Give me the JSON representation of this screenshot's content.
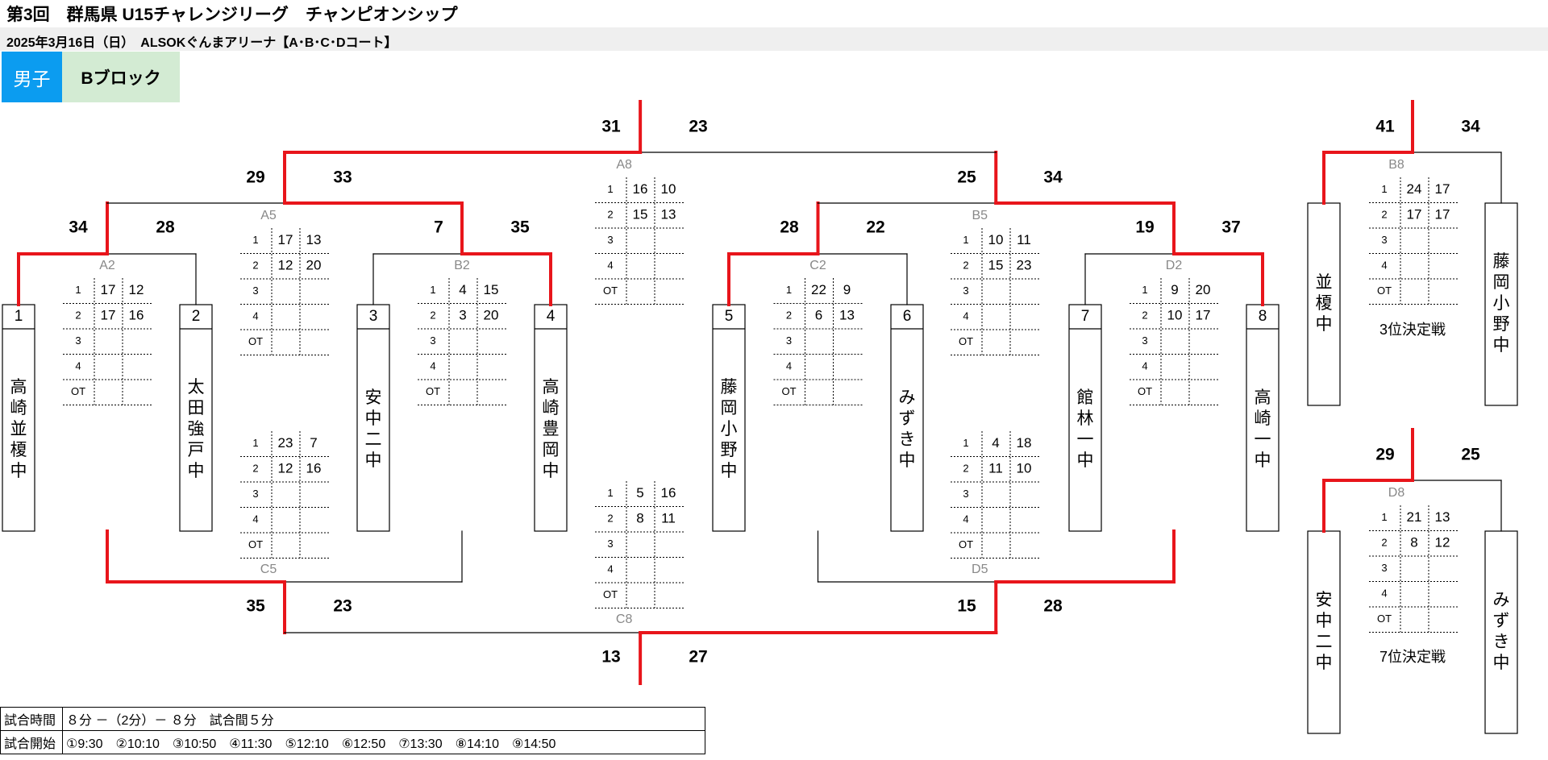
{
  "header": {
    "title": "第3回　群馬県 U15チャレンジリーグ　チャンピオンシップ",
    "subtitle": "2025年3月16日（日）　ALSOKぐんまアリーナ【A･B･C･Dコート】"
  },
  "badges": {
    "gender": "男子",
    "block": "Bブロック"
  },
  "teams": [
    {
      "seed": "1",
      "name": "高崎並榎中"
    },
    {
      "seed": "2",
      "name": "太田強戸中"
    },
    {
      "seed": "3",
      "name": "安中二中"
    },
    {
      "seed": "4",
      "name": "高崎豊岡中"
    },
    {
      "seed": "5",
      "name": "藤岡小野中"
    },
    {
      "seed": "6",
      "name": "みずき中"
    },
    {
      "seed": "7",
      "name": "館林一中"
    },
    {
      "seed": "8",
      "name": "高崎一中"
    }
  ],
  "playoff_teams": {
    "b8_left": "並榎中",
    "b8_right": "藤岡小野中",
    "d8_left": "安中二中",
    "d8_right": "みずき中"
  },
  "labels": {
    "third_place": "3位決定戦",
    "seventh_place": "7位決定戦"
  },
  "period_labels": [
    "1",
    "2",
    "3",
    "4",
    "OT"
  ],
  "games": [
    {
      "code": "A2",
      "left": "34",
      "right": "28",
      "periods": [
        [
          "17",
          "12"
        ],
        [
          "17",
          "16"
        ],
        [
          "",
          ""
        ],
        [
          "",
          ""
        ],
        [
          "",
          ""
        ]
      ]
    },
    {
      "code": "B2",
      "left": "7",
      "right": "35",
      "periods": [
        [
          "4",
          "15"
        ],
        [
          "3",
          "20"
        ],
        [
          "",
          ""
        ],
        [
          "",
          ""
        ],
        [
          "",
          ""
        ]
      ]
    },
    {
      "code": "C2",
      "left": "28",
      "right": "22",
      "periods": [
        [
          "22",
          "9"
        ],
        [
          "6",
          "13"
        ],
        [
          "",
          ""
        ],
        [
          "",
          ""
        ],
        [
          "",
          ""
        ]
      ]
    },
    {
      "code": "D2",
      "left": "19",
      "right": "37",
      "periods": [
        [
          "9",
          "20"
        ],
        [
          "10",
          "17"
        ],
        [
          "",
          ""
        ],
        [
          "",
          ""
        ],
        [
          "",
          ""
        ]
      ]
    },
    {
      "code": "A5",
      "left": "29",
      "right": "33",
      "periods": [
        [
          "17",
          "13"
        ],
        [
          "12",
          "20"
        ],
        [
          "",
          ""
        ],
        [
          "",
          ""
        ],
        [
          "",
          ""
        ]
      ]
    },
    {
      "code": "B5",
      "left": "25",
      "right": "34",
      "periods": [
        [
          "10",
          "11"
        ],
        [
          "15",
          "23"
        ],
        [
          "",
          ""
        ],
        [
          "",
          ""
        ],
        [
          "",
          ""
        ]
      ]
    },
    {
      "code": "C5",
      "left": "35",
      "right": "23",
      "periods": [
        [
          "23",
          "7"
        ],
        [
          "12",
          "16"
        ],
        [
          "",
          ""
        ],
        [
          "",
          ""
        ],
        [
          "",
          ""
        ]
      ]
    },
    {
      "code": "D5",
      "left": "15",
      "right": "28",
      "periods": [
        [
          "4",
          "18"
        ],
        [
          "11",
          "10"
        ],
        [
          "",
          ""
        ],
        [
          "",
          ""
        ],
        [
          "",
          ""
        ]
      ]
    },
    {
      "code": "A8",
      "left": "31",
      "right": "23",
      "periods": [
        [
          "16",
          "10"
        ],
        [
          "15",
          "13"
        ],
        [
          "",
          ""
        ],
        [
          "",
          ""
        ],
        [
          "",
          ""
        ]
      ]
    },
    {
      "code": "C8",
      "left": "13",
      "right": "27",
      "periods": [
        [
          "5",
          "16"
        ],
        [
          "8",
          "11"
        ],
        [
          "",
          ""
        ],
        [
          "",
          ""
        ],
        [
          "",
          ""
        ]
      ]
    },
    {
      "code": "B8",
      "left": "41",
      "right": "34",
      "periods": [
        [
          "24",
          "17"
        ],
        [
          "17",
          "17"
        ],
        [
          "",
          ""
        ],
        [
          "",
          ""
        ],
        [
          "",
          ""
        ]
      ]
    },
    {
      "code": "D8",
      "left": "29",
      "right": "25",
      "periods": [
        [
          "21",
          "13"
        ],
        [
          "8",
          "12"
        ],
        [
          "",
          ""
        ],
        [
          "",
          ""
        ],
        [
          "",
          ""
        ]
      ]
    }
  ],
  "schedule": {
    "time_label": "試合時間",
    "time_value": "８分 －（2分）－ ８分　試合間５分",
    "start_label": "試合開始",
    "start_value": "①9:30　②10:10　③10:50　④11:30　⑤12:10　⑥12:50　⑦13:30　⑧14:10　⑨14:50"
  },
  "colors": {
    "winner_line": "#e8151b",
    "gender_badge": "#0b9cf0",
    "block_badge": "#d3ebd3"
  }
}
